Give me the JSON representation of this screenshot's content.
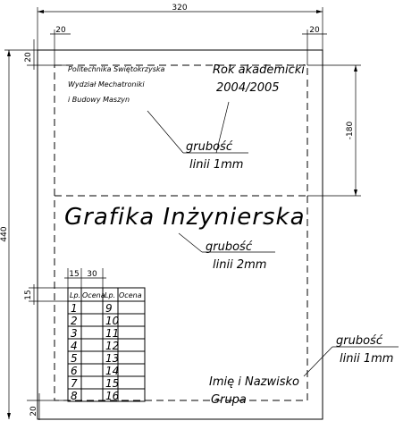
{
  "dimensions": {
    "width_top": "320",
    "margin_left_top": "20",
    "margin_right_top": "20",
    "margin_top_left": "20",
    "height_left": "440",
    "right_offset": "-180",
    "row_height": "15",
    "col_widths": [
      "15",
      "30"
    ],
    "margin_bottom": "20"
  },
  "header_left": {
    "line1": "Politechnika Świętokrzyska",
    "line2": "Wydział Mechatroniki",
    "line3": "i Budowy Maszyn"
  },
  "header_right": {
    "line1": "Rok akademicki",
    "line2": "2004/2005"
  },
  "title": "Grafika Inżynierska",
  "notes": {
    "upper": {
      "label": "grubość",
      "value": "linii 1mm"
    },
    "middle": {
      "label": "grubość",
      "value": "linii 2mm"
    },
    "right": {
      "label": "grubość",
      "value": "linii 1mm"
    }
  },
  "grade_table": {
    "headers": [
      "Lp.",
      "Ocena",
      "Lp.",
      "Ocena"
    ],
    "rows": [
      [
        "1",
        "",
        "9",
        ""
      ],
      [
        "2",
        "",
        "10",
        ""
      ],
      [
        "3",
        "",
        "11",
        ""
      ],
      [
        "4",
        "",
        "12",
        ""
      ],
      [
        "5",
        "",
        "13",
        ""
      ],
      [
        "6",
        "",
        "14",
        ""
      ],
      [
        "7",
        "",
        "15",
        ""
      ],
      [
        "8",
        "",
        "16",
        ""
      ]
    ]
  },
  "student": {
    "name_label": "Imię i Nazwisko",
    "group_label": "Grupa"
  }
}
